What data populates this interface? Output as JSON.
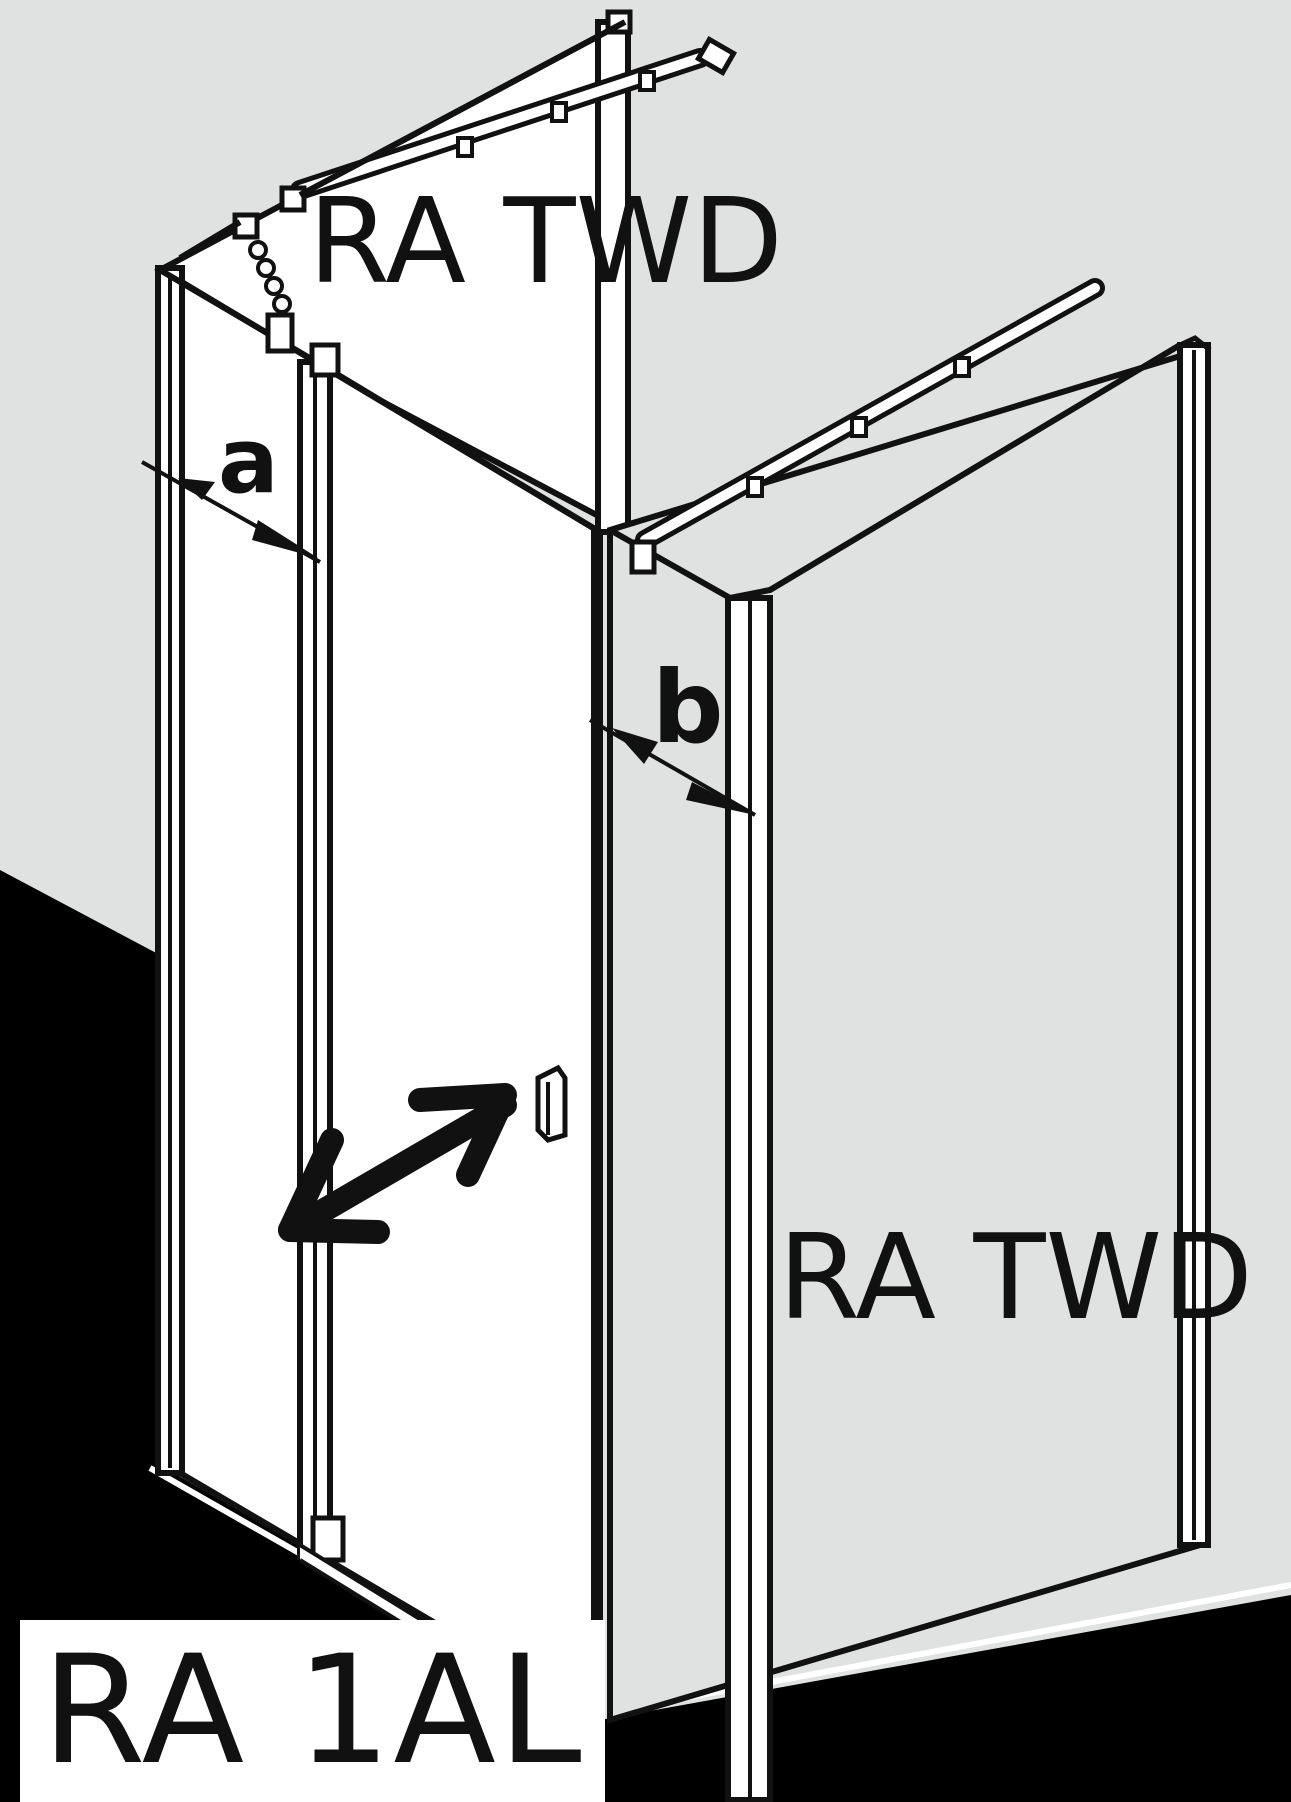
{
  "labels": {
    "top_panel": "RA TWD",
    "side_panel": "RA TWD",
    "dimension_a": "a",
    "dimension_b": "b",
    "model": "RA 1AL"
  },
  "colors": {
    "background": "#e0e2e1",
    "floor": "#000000",
    "glass": "#ffffff",
    "line": "#111111"
  },
  "icons": {
    "door_swing": "double-arrow-icon",
    "handle": "door-handle-icon",
    "stabilizer": "stabilizer-bar-icon"
  }
}
